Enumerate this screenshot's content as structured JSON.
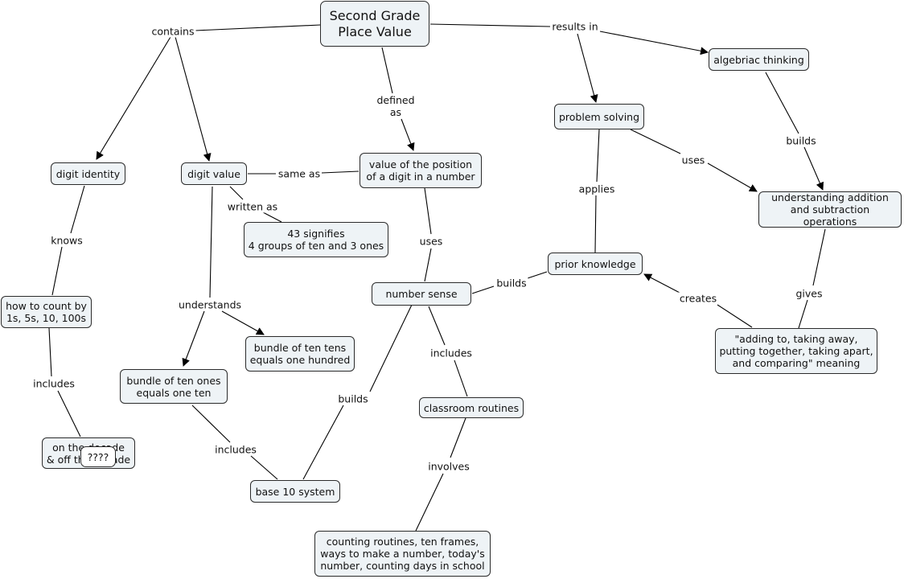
{
  "nodes": {
    "second_grade": "Second Grade\nPlace Value",
    "digit_identity": "digit identity",
    "digit_value": "digit value",
    "value_position": "value of the position\nof a digit in a number",
    "problem_solving": "problem solving",
    "algebraic_thinking": "algebriac thinking",
    "understanding_ops": "understanding addition\nand subtraction operations",
    "signifies_43": "43 signifies\n4 groups of ten and 3 ones",
    "prior_knowledge": "prior knowledge",
    "number_sense": "number sense",
    "how_to_count": "how to count by\n1s, 5s, 10, 100s",
    "bundle_ten_tens": "bundle of ten tens\nequals one hundred",
    "adding_meaning": "\"adding to, taking away,\nputting together, taking apart,\nand comparing\" meaning",
    "bundle_ten_ones": "bundle of ten ones\nequals one ten",
    "classroom_routines": "classroom routines",
    "on_decade": "on the decade\n& off the decade",
    "unknown": "????",
    "base_10": "base 10 system",
    "counting_routines": "counting routines, ten frames,\nways to make a number, today's\nnumber, counting days in school"
  },
  "links": {
    "contains": "contains",
    "results_in": "results in",
    "defined_as": "defined\nas",
    "same_as": "same as",
    "written_as": "written as",
    "knows": "knows",
    "understands": "understands",
    "includes_count": "includes",
    "includes_bundle": "includes",
    "builds_base": "builds",
    "uses_ns": "uses",
    "builds_prior": "builds",
    "includes_ns": "includes",
    "involves": "involves",
    "applies": "applies",
    "uses_ps": "uses",
    "builds_alg": "builds",
    "gives": "gives",
    "creates": "creates"
  }
}
